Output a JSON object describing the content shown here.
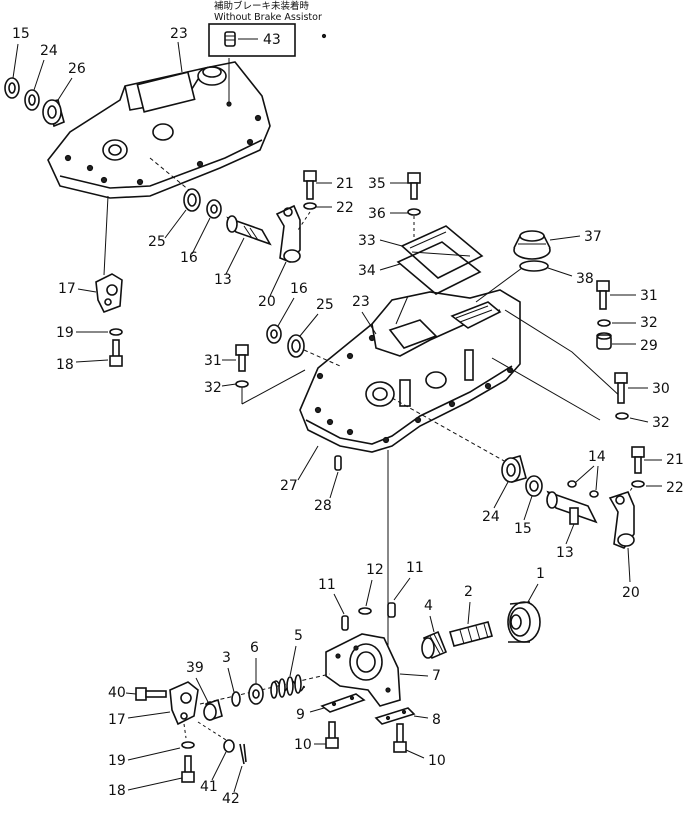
{
  "note": {
    "jp": "補助ブレーキ未装着時",
    "en": "Without  Brake  Assistor"
  },
  "callouts": {
    "n1": "1",
    "n2": "2",
    "n3": "3",
    "n4": "4",
    "n5": "5",
    "n6": "6",
    "n7": "7",
    "n8": "8",
    "n9": "9",
    "n10a": "10",
    "n10b": "10",
    "n11a": "11",
    "n11b": "11",
    "n12": "12",
    "n13a": "13",
    "n13b": "13",
    "n14": "14",
    "n15a": "15",
    "n15b": "15",
    "n16a": "16",
    "n16b": "16",
    "n17a": "17",
    "n17b": "17",
    "n18a": "18",
    "n18b": "18",
    "n19a": "19",
    "n19b": "19",
    "n20a": "20",
    "n20b": "20",
    "n21a": "21",
    "n21b": "21",
    "n22a": "22",
    "n22b": "22",
    "n23a": "23",
    "n23b": "23",
    "n24a": "24",
    "n24b": "24",
    "n25a": "25",
    "n25b": "25",
    "n26": "26",
    "n27": "27",
    "n28": "28",
    "n29": "29",
    "n30": "30",
    "n31a": "31",
    "n31b": "31",
    "n32a": "32",
    "n32b": "32",
    "n32c": "32",
    "n33": "33",
    "n34": "34",
    "n35": "35",
    "n36": "36",
    "n37": "37",
    "n38": "38",
    "n39": "39",
    "n40": "40",
    "n41": "41",
    "n42": "42",
    "n43": "43"
  }
}
